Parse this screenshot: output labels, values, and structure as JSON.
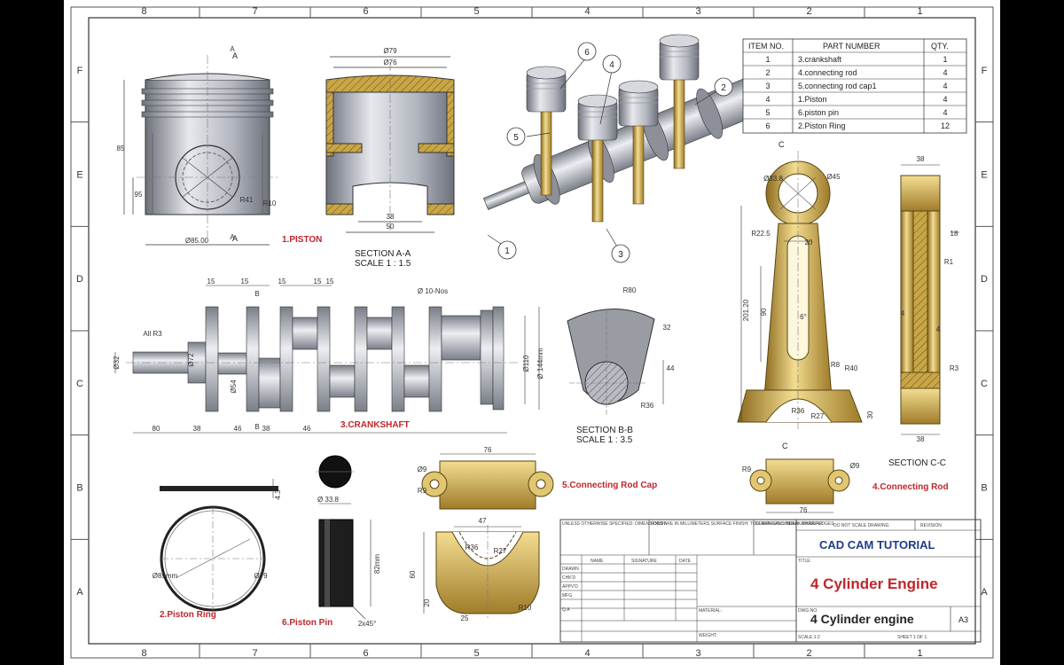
{
  "zones": {
    "cols": [
      "8",
      "7",
      "6",
      "5",
      "4",
      "3",
      "2",
      "1"
    ],
    "rows": [
      "F",
      "E",
      "D",
      "C",
      "B",
      "A"
    ]
  },
  "bom": {
    "headers": [
      "ITEM NO.",
      "PART NUMBER",
      "QTY."
    ],
    "rows": [
      [
        "1",
        "3.crankshaft",
        "1"
      ],
      [
        "2",
        "4.connecting rod",
        "4"
      ],
      [
        "3",
        "5.connecting rod cap1",
        "4"
      ],
      [
        "4",
        "1.Piston",
        "4"
      ],
      [
        "5",
        "6.piston pin",
        "4"
      ],
      [
        "6",
        "2.Piston Ring",
        "12"
      ]
    ]
  },
  "labels": {
    "piston": "1.PISTON",
    "section_aa": "SECTION A-A",
    "scale_aa": "SCALE 1 : 1.5",
    "crankshaft": "3.CRANKSHAFT",
    "section_bb": "SECTION B-B",
    "scale_bb": "SCALE 1 : 3.5",
    "rod_cap": "5.Connecting Rod Cap",
    "connecting_rod": "4.Connecting Rod",
    "section_cc": "SECTION C-C",
    "piston_ring": "2.Piston Ring",
    "piston_pin": "6.Piston Pin",
    "section_letter_a": "A",
    "section_letter_c": "C"
  },
  "balloons": [
    "1",
    "2",
    "3",
    "4",
    "5",
    "6"
  ],
  "dims": {
    "piston": [
      "Ø79",
      "Ø76",
      "Ø85.00",
      "R10",
      "R41",
      "50",
      "38",
      "85",
      "95",
      "A",
      "A"
    ],
    "crank": [
      "15",
      "15",
      "15",
      "15",
      "15",
      "B",
      "B",
      "Ø 10-Nos",
      "All R3",
      "Ø32",
      "Ø72",
      "Ø54",
      "Ø110",
      "Ø 144mm",
      "80",
      "38",
      "46",
      "38",
      "46"
    ],
    "bb": [
      "R80",
      "32",
      "44",
      "R36"
    ],
    "rod": [
      "Ø33.8",
      "Ø45",
      "R22.5",
      "20",
      "90",
      "201.20",
      "6°",
      "R8",
      "R40",
      "R36",
      "R27",
      "30",
      "38",
      "18",
      "R1",
      "4",
      "4",
      "R3",
      "38",
      "R9",
      "Ø9",
      "76"
    ],
    "cap": [
      "76",
      "Ø9",
      "R9",
      "47",
      "R36",
      "R27",
      "60",
      "25",
      "R10",
      "20"
    ],
    "ring": [
      "Ø85mm",
      "Ø79",
      "4.3"
    ],
    "pin": [
      "Ø 33.8",
      "82mm",
      "2x45°"
    ]
  },
  "title_block": {
    "company": "CAD CAM TUTORIAL",
    "title": "4 Cylinder Engine",
    "dwg_no": "4 Cylinder engine",
    "size": "A3",
    "notes": "UNLESS OTHERWISE SPECIFIED: DIMENSIONS ARE IN MILLIMETERS SURFACE FINISH: TOLERANCES: LINEAR: ANGULAR:",
    "finish": "FINISH:",
    "deburr": "DEBURR AND BREAK SHARP EDGES",
    "do_not_scale": "DO NOT SCALE DRAWING",
    "revision": "REVISION",
    "title_lbl": "TITLE:",
    "dwg_lbl": "DWG NO.",
    "material": "MATERIAL:",
    "weight": "WEIGHT:",
    "scale": "SCALE:1:2",
    "sheet": "SHEET 1 OF 1",
    "cols": [
      "NAME",
      "SIGNATURE",
      "DATE"
    ],
    "rows": [
      "DRAWN",
      "CHK'D",
      "APPV'D",
      "MFG",
      "Q.A"
    ]
  },
  "colors": {
    "label_red": "#c0262b",
    "brass": "#c9a646",
    "steel": "#a9acb6",
    "line": "#333333"
  }
}
